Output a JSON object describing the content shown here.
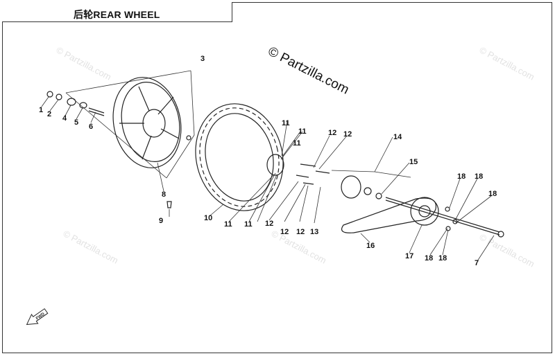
{
  "title": "后轮REAR WHEEL",
  "watermark_main": "© Partzilla.com",
  "watermark_faint": "© Partzilla.com",
  "callouts": [
    {
      "id": "c1",
      "label": "1"
    },
    {
      "id": "c2",
      "label": "2"
    },
    {
      "id": "c3",
      "label": "3"
    },
    {
      "id": "c4",
      "label": "4"
    },
    {
      "id": "c5",
      "label": "5"
    },
    {
      "id": "c6",
      "label": "6"
    },
    {
      "id": "c7",
      "label": "7"
    },
    {
      "id": "c8",
      "label": "8"
    },
    {
      "id": "c9",
      "label": "9"
    },
    {
      "id": "c10",
      "label": "10"
    },
    {
      "id": "c11a",
      "label": "11"
    },
    {
      "id": "c11b",
      "label": "11"
    },
    {
      "id": "c11c",
      "label": "11"
    },
    {
      "id": "c11d",
      "label": "11"
    },
    {
      "id": "c11e",
      "label": "11"
    },
    {
      "id": "c12a",
      "label": "12"
    },
    {
      "id": "c12b",
      "label": "12"
    },
    {
      "id": "c12c",
      "label": "12"
    },
    {
      "id": "c12d",
      "label": "12"
    },
    {
      "id": "c12e",
      "label": "12"
    },
    {
      "id": "c13",
      "label": "13"
    },
    {
      "id": "c14",
      "label": "14"
    },
    {
      "id": "c15",
      "label": "15"
    },
    {
      "id": "c16",
      "label": "16"
    },
    {
      "id": "c17",
      "label": "17"
    },
    {
      "id": "c18a",
      "label": "18"
    },
    {
      "id": "c18b",
      "label": "18"
    },
    {
      "id": "c18c",
      "label": "18"
    },
    {
      "id": "c18d",
      "label": "18"
    },
    {
      "id": "c18e",
      "label": "18"
    }
  ],
  "fwd_label": "FWD"
}
